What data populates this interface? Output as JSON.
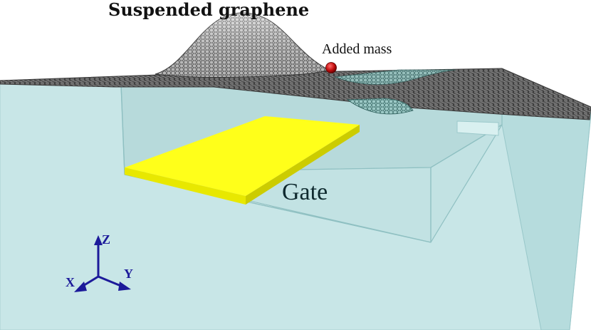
{
  "labels": {
    "graphene": "Suspended graphene",
    "mass": "Added mass",
    "gate": "Gate"
  },
  "axes": {
    "x": "X",
    "y": "Y",
    "z": "Z"
  },
  "colors": {
    "substrate": "#c8e6e7",
    "substrate_dark": "#a9d0d2",
    "cavity": "#b9dcdd",
    "gate": "#ffff1a",
    "gate_edge": "#d9d900",
    "graphene": "#5a5a5a",
    "mass": "#c40f0f",
    "axis": "#1c1a9a"
  }
}
